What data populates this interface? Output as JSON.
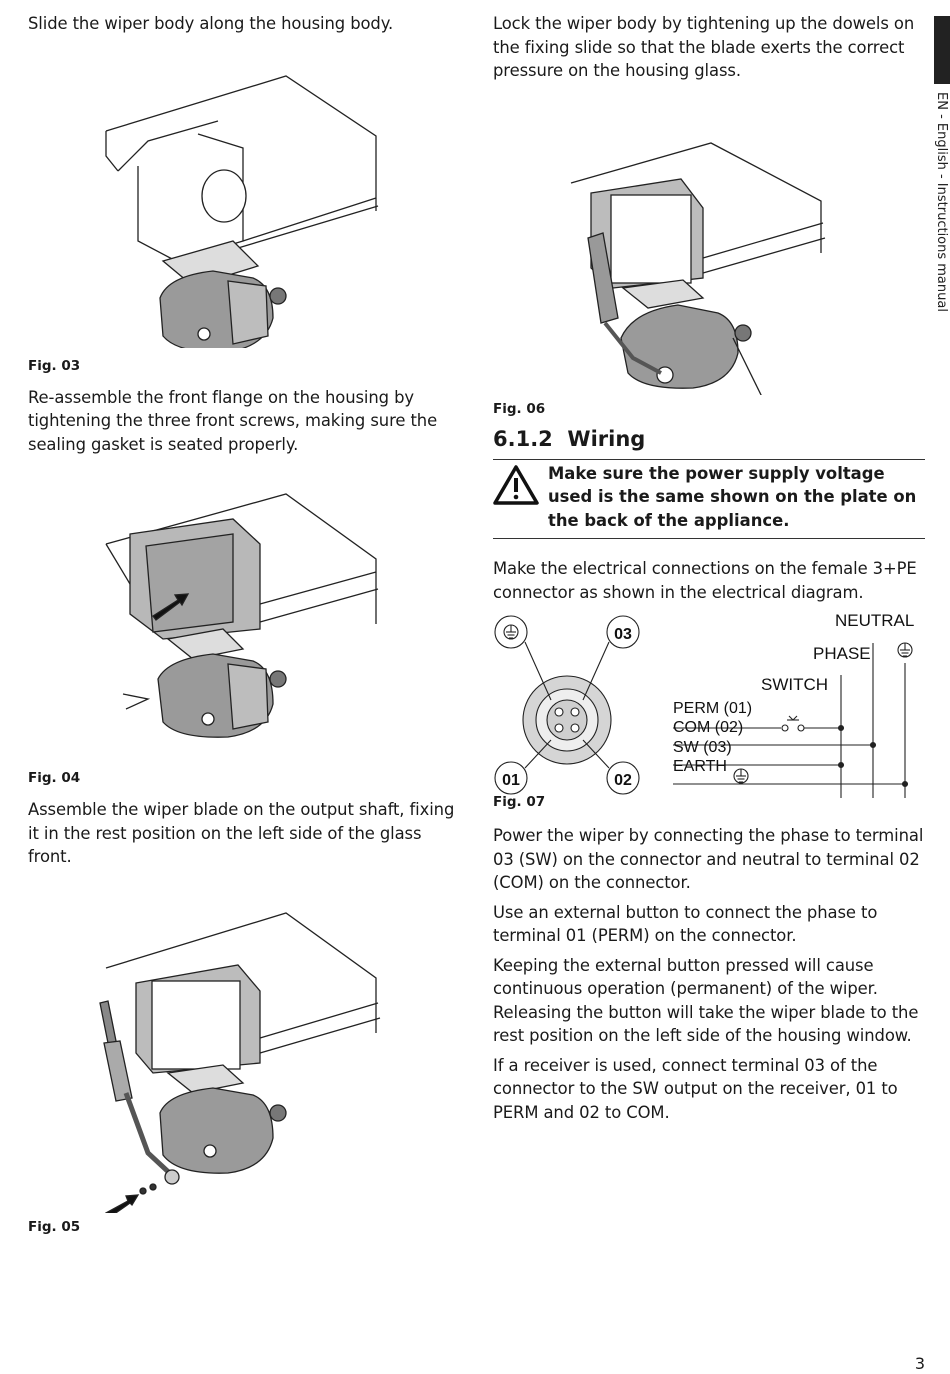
{
  "left": {
    "p1": "Slide the wiper body along the housing body.",
    "fig03": "Fig. 03",
    "p2": "Re-assemble the front flange on the housing by tightening the three front screws, making sure the sealing gasket is seated properly.",
    "fig04": "Fig. 04",
    "p3": "Assemble the wiper blade on the output shaft, fixing it in the rest position on the left side of the glass front.",
    "fig05": "Fig. 05"
  },
  "right": {
    "p1": "Lock the wiper body by tightening up the dowels on the fixing slide so that the blade exerts the correct pressure on the housing glass.",
    "fig06": "Fig. 06",
    "heading_num": "6.1.2",
    "heading_title": "Wiring",
    "warning": "Make sure the power supply voltage used is the same shown on the plate on the back of the appliance.",
    "p2": "Make the electrical connections on the female 3+PE connector as shown in the electrical diagram.",
    "fig07": "Fig. 07",
    "p3": "Power the wiper by connecting the phase to terminal 03 (SW) on the connector and neutral to terminal 02 (COM) on the connector.",
    "p4": "Use an external button to connect the phase to terminal 01 (PERM) on the connector.",
    "p5": "Keeping the external button pressed will cause continuous operation (permanent) of the wiper. Releasing the button will take the wiper blade to the rest position on the left side of the housing window.",
    "p6": "If a receiver is used, connect terminal 03 of the connector to the SW output on the receiver, 01 to PERM and 02 to COM."
  },
  "diagram": {
    "pin01": "01",
    "pin02": "02",
    "pin03": "03",
    "neutral": "NEUTRAL",
    "phase": "PHASE",
    "switch": "SWITCH",
    "perm": "PERM (01)",
    "com": "COM (02)",
    "sw": "SW (03)",
    "earth": "EARTH"
  },
  "side_label": "EN - English - Instructions manual",
  "page_number": "3"
}
